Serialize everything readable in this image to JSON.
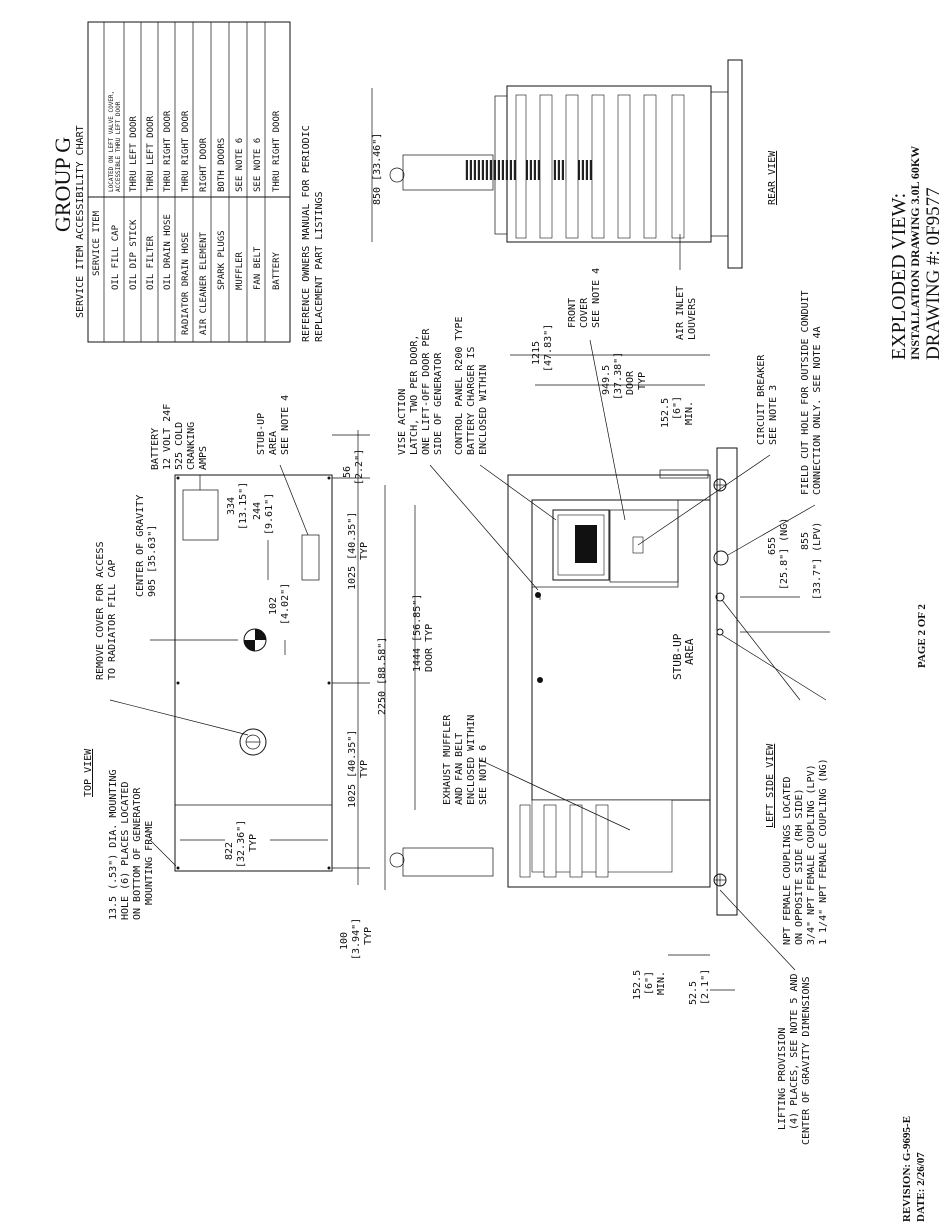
{
  "title_block": {
    "title": "EXPLODED VIEW:",
    "subtitle": "INSTALLATION DRAWING 3.0L 60KW",
    "drawing_no": "DRAWING #: 0F9577",
    "page": "PAGE 2 OF 2",
    "revision": "REVISION: G-9695-E",
    "date": "DATE: 2/26/07"
  },
  "group_title": "GROUP G",
  "chart": {
    "title": "SERVICE ITEM ACCESSIBILITY CHART",
    "headers": [
      "SERVICE ITEM",
      ""
    ],
    "rows": [
      [
        "OIL FILL CAP",
        "LOCATED ON LEFT VALVE COVER,",
        "ACCESSIBLE THRU LEFT DOOR"
      ],
      [
        "OIL DIP STICK",
        "THRU LEFT DOOR",
        ""
      ],
      [
        "OIL FILTER",
        "THRU LEFT DOOR",
        ""
      ],
      [
        "OIL DRAIN HOSE",
        "THRU RIGHT DOOR",
        ""
      ],
      [
        "RADIATOR DRAIN HOSE",
        "THRU RIGHT DOOR",
        ""
      ],
      [
        "AIR CLEANER ELEMENT",
        "RIGHT DOOR",
        ""
      ],
      [
        "SPARK PLUGS",
        "BOTH DOORS",
        ""
      ],
      [
        "MUFFLER",
        "SEE NOTE 6",
        ""
      ],
      [
        "FAN BELT",
        "SEE NOTE 6",
        ""
      ],
      [
        "BATTERY",
        "THRU RIGHT DOOR",
        ""
      ]
    ],
    "footnote_1": "REFERENCE OWNERS MANUAL FOR PERIODIC",
    "footnote_2": "REPLACEMENT PART LISTINGS"
  },
  "rear_view": {
    "label": "REAR VIEW",
    "dim_850": "850 [33.46\"]",
    "louvers_1": "AIR INLET",
    "louvers_2": "LOUVERS"
  },
  "top_view": {
    "label": "TOP VIEW",
    "remove_cover_1": "REMOVE COVER FOR ACCESS",
    "remove_cover_2": "TO RADIATOR FILL CAP",
    "cg_1": "CENTER OF GRAVITY",
    "cg_2": "905 [35.63\"]",
    "hole_1": "13.5 (.53\") DIA. MOUNTING",
    "hole_2": "HOLE (6) PLACES LOCATED",
    "hole_3": "ON BOTTOM OF GENERATOR",
    "hole_4": "MOUNTING FRAME",
    "battery_1": "BATTERY",
    "battery_2": "12 VOLT 24F",
    "battery_3": "525 COLD",
    "battery_4": "CRANKING",
    "battery_5": "AMPS",
    "stubup_1": "STUB-UP",
    "stubup_2": "AREA",
    "stubup_3": "SEE NOTE 4",
    "dim_334a": "334",
    "dim_334b": "[13.15\"]",
    "dim_244a": "244",
    "dim_244b": "[9.61\"]",
    "dim_102a": "102",
    "dim_102b": "[4.02\"]",
    "dim_822a": "822",
    "dim_822b": "[32.36\"]",
    "dim_822c": "TYP",
    "dim_1025a": "1025 [40.35\"]",
    "dim_1025b": "TYP",
    "dim_1025c": "1025 [40.35\"]",
    "dim_1025d": "TYP",
    "dim_56a": "56",
    "dim_56b": "[2.2\"]",
    "dim_100a": "100",
    "dim_100b": "[3.94\"]",
    "dim_100c": "TYP",
    "dim_2250": "2250 [88.58\"]"
  },
  "left_side_view": {
    "label": "LEFT SIDE VIEW",
    "vise_1": "VISE ACTION",
    "vise_2": "LATCH, TWO PER DOOR,",
    "vise_3": "ONE LIFT-OFF DOOR PER",
    "vise_4": "SIDE OF GENERATOR",
    "panel_1": "CONTROL PANEL R200 TYPE",
    "panel_2": "BATTERY CHARGER IS",
    "panel_3": "ENCLOSED WITHIN",
    "front_1": "FRONT",
    "front_2": "COVER",
    "front_3": "SEE NOTE 4",
    "dim_1215a": "1215",
    "dim_1215b": "[47.83\"]",
    "dim_949a": "949.5",
    "dim_949b": "[37.38\"]",
    "dim_949c": "DOOR",
    "dim_949d": "TYP",
    "dim_152a": "152.5",
    "dim_152b": "[6\"]",
    "dim_152c": "MIN.",
    "breaker_1": "CIRCUIT BREAKER",
    "breaker_2": "SEE NOTE 3",
    "field_1": "FIELD CUT HOLE FOR OUTSIDE CONDUIT",
    "field_2": "CONNECTION ONLY. SEE NOTE 4A",
    "dim_655a": "655",
    "dim_655b": "[25.8\"] (NG)",
    "dim_855a": "855",
    "dim_855b": "[33.7\"] (LPV)",
    "dim_1444a": "1444 [56.85\"]",
    "dim_1444b": "DOOR TYP",
    "exhaust_1": "EXHAUST MUFFLER",
    "exhaust_2": "AND FAN BELT",
    "exhaust_3": "ENCLOSED WITHIN",
    "exhaust_4": "SEE NOTE 6",
    "stubup_1": "STUB-UP",
    "stubup_2": "AREA",
    "npt_1": "NPT FEMALE COUPLINGS LOCATED",
    "npt_2": "ON OPPOSITE SIDE (RH SIDE)",
    "npt_3": "3/4\" NPT FEMALE COUPLING (LPV)",
    "npt_4": "1 1/4\" NPT FEMALE COUPLING (NG)",
    "lifting_1": "LIFTING PROVISION",
    "lifting_2": "(4) PLACES, SEE NOTE 5 AND",
    "lifting_3": "CENTER OF GRAVITY DIMENSIONS",
    "dim_152la": "152.5",
    "dim_152lb": "[6\"]",
    "dim_152lc": "MIN.",
    "dim_52a": "52.5",
    "dim_52b": "[2.1\"]"
  }
}
